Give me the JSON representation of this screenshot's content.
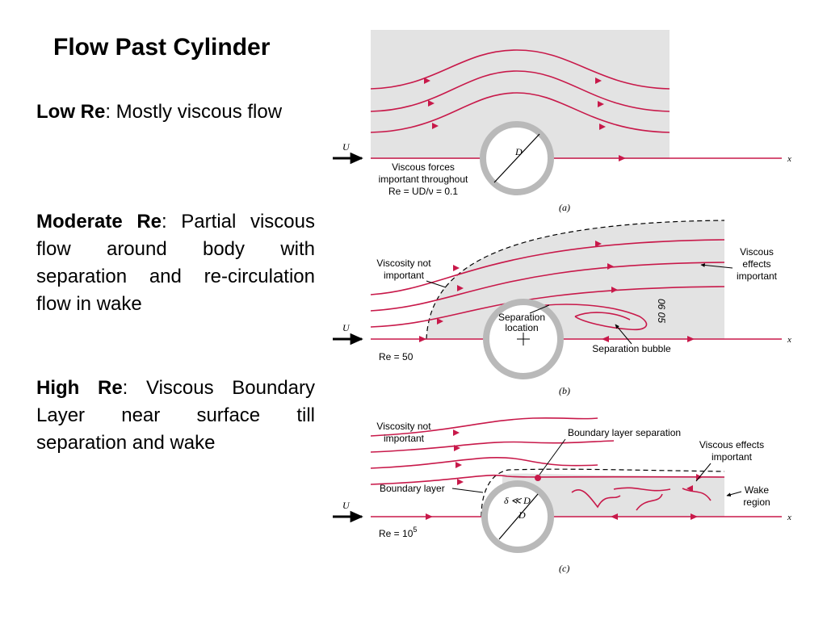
{
  "slide": {
    "title": "Flow Past Cylinder",
    "bullets": [
      {
        "term": "Low Re",
        "text": ": Mostly viscous flow"
      },
      {
        "term": "Moderate Re",
        "text": ": Partial viscous flow around body with separation and re-circulation flow in wake"
      },
      {
        "term": "High Re",
        "text": ": Viscous Boundary Layer near surface till separation and wake"
      }
    ]
  },
  "colors": {
    "streamline": "#c8194a",
    "shade": "#e3e3e3",
    "cylinder_ring": "#b9b9b9"
  },
  "panel_a": {
    "u_label": "U",
    "x_label": "x",
    "d_label": "D",
    "note_lines": [
      "Viscous forces",
      "important throughout",
      "Re = UD/ν = 0.1"
    ],
    "caption": "(a)"
  },
  "panel_b": {
    "u_label": "U",
    "x_label": "x",
    "left_note": [
      "Viscosity not",
      "important"
    ],
    "right_note": [
      "Viscous",
      "effects",
      "important"
    ],
    "separation_location": [
      "Separation",
      "location"
    ],
    "separation_bubble": "Separation bubble",
    "re_label": "Re = 50",
    "rotated_label": "06 05",
    "caption": "(b)"
  },
  "panel_c": {
    "u_label": "U",
    "x_label": "x",
    "d_label": "D",
    "left_note": [
      "Viscosity not",
      "important"
    ],
    "bl_separation": "Boundary layer separation",
    "right_note": [
      "Viscous effects",
      "important"
    ],
    "boundary_layer": "Boundary layer",
    "delta_label": "δ ≪ D",
    "wake_region": [
      "Wake",
      "region"
    ],
    "re_label": "Re = 10",
    "re_exp": "5",
    "caption": "(c)"
  }
}
